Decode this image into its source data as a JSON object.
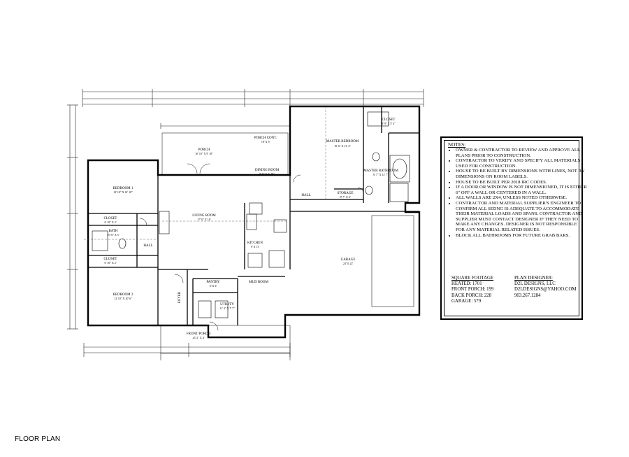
{
  "sheet_title": "FLOOR PLAN",
  "rooms": {
    "porch": {
      "name": "PORCH",
      "size": "16' 10\" X 9' 10\""
    },
    "porch_cont": {
      "name": "PORCH CONT.",
      "size": "18' X 6'"
    },
    "dining": {
      "name": "DINING ROOM",
      "size": "9' 6\" X 4' 10\""
    },
    "bedroom1": {
      "name": "BEDROOM 1",
      "size": "12' 10\" X 14' 10\""
    },
    "closet1": {
      "name": "CLOSET",
      "size": "6' 10\" X 2'"
    },
    "bath": {
      "name": "BATH",
      "size": "10' 6\" X 5'"
    },
    "hall_left": {
      "name": "HALL"
    },
    "closet2": {
      "name": "CLOSET",
      "size": "6' 10\" X 2'"
    },
    "bedroom2": {
      "name": "BEDROOM 2",
      "size": "12' 10\" X 10' 6\""
    },
    "living": {
      "name": "LIVING ROOM",
      "size": "17' 6\" X 16'"
    },
    "kitchen": {
      "name": "KITCHEN",
      "size": "9' X 13'"
    },
    "foyer": {
      "name": "FOYER"
    },
    "pantry": {
      "name": "PANTRY",
      "size": "6' X 4'"
    },
    "utility": {
      "name": "UTILITY",
      "size": "11' 4\" X 7' 7\""
    },
    "mud": {
      "name": "MUD ROOM"
    },
    "front_porch": {
      "name": "FRONT PORCH",
      "size": "23' 2\" X 4'"
    },
    "master_bed": {
      "name": "MASTER BEDROOM",
      "size": "16' 6\" X 13' 4\""
    },
    "master_closet": {
      "name": "CLOSET",
      "size": "8' 9\" X 5' 4\""
    },
    "master_bath": {
      "name": "MASTER BATHROOM",
      "size": "6' 7\" X 12' 7\""
    },
    "hall_right": {
      "name": "HALL"
    },
    "storage": {
      "name": "STORAGE",
      "size": "8' 7\" X 4'"
    },
    "garage": {
      "name": "GARAGE",
      "size": "24' X 22'"
    }
  },
  "notes": {
    "title": "NOTES:",
    "items": [
      "OWNER & CONTRACTOR TO REVIEW AND APPROVE ALL PLANS PRIOR TO CONSTRUCTION.",
      "CONTRACTOR TO VERIFY AND SPECIFY ALL MATERIALS USED FOR CONSTRUCTION.",
      "HOUSE TO BE BUILT BY DIMENSIONS WITH LINES, NOT BY DIMENSIONS ON ROOM LABELS.",
      "HOUSE TO BE BUILT PER 2018 IRC CODES.",
      "IF A DOOR OR WINDOW IS NOT DIMENSIONED, IT IS EITHER 6\" OFF A WALL OR CENTERED IN A WALL.",
      "ALL WALLS ARE 2X4, UNLESS NOTED OTHERWISE.",
      "CONTRACTOR AND MATERIAL SUPPLIER'S ENGINEER TO CONFIRM ALL SIZING IS ADEQUATE TO ACCOMMODATE THEIR MATERIAL LOADS AND SPANS. CONTRACTOR AND SUPPLIER MUST CONTACT DESIGNER IF THEY NEED TO MAKE ANY CHANGES. DESIGNER IS NOT RESPONSIBLE FOR ANY MATERIAL RELATED ISSUES.",
      "BLOCK ALL BATHROOMS FOR FUTURE GRAB BARS."
    ]
  },
  "square_footage": {
    "title": "SQUARE FOOTAGE",
    "heated": "HEATED:   1701",
    "front_porch": "FRONT PORCH: 199",
    "back_porch": "BACK PORCH: 228",
    "garage": "GARAGE:   579"
  },
  "designer": {
    "title": "PLAN DESIGNER:",
    "company": "D2L DESIGNS, LLC",
    "email": "D2LDESIGNS@YAHOO.COM",
    "phone": "903.267.1284"
  }
}
